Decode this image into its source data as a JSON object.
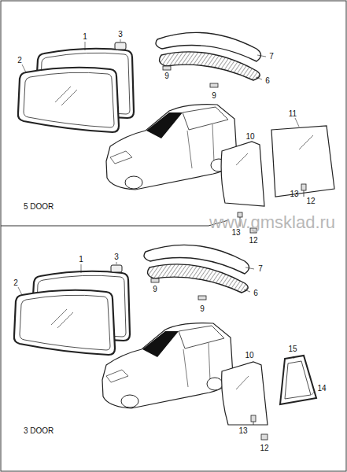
{
  "diagram": {
    "labels": [
      "1",
      "3",
      "2",
      "7",
      "9",
      "6",
      "9",
      "11",
      "10",
      "13",
      "12",
      "13",
      "12",
      "5 DOOR",
      "www.gmsklad.ru",
      "1",
      "3",
      "2",
      "7",
      "6",
      "9",
      "9",
      "15",
      "10",
      "14",
      "13",
      "12",
      "3 DOOR"
    ]
  }
}
